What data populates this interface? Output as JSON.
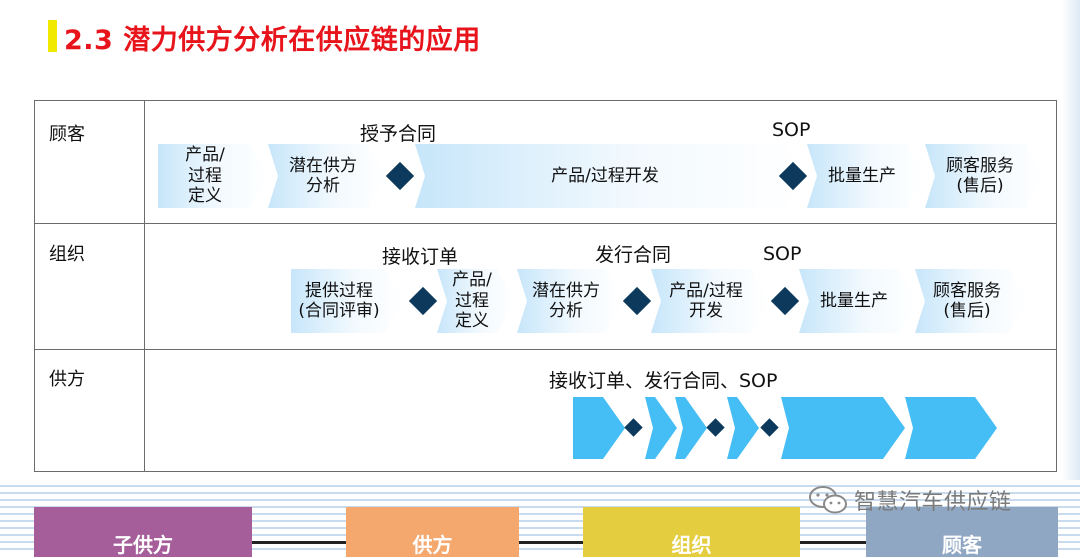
{
  "slide": {
    "title": "2.3  潜力供方分析在供应链的应用"
  },
  "rows": {
    "customer": {
      "label": "顾客",
      "milestones": [
        "授予合同",
        "SOP"
      ],
      "steps": [
        "产品/\n过程\n定义",
        "潜在供方\n分析",
        "产品/过程开发",
        "批量生产",
        "顾客服务\n(售后)"
      ]
    },
    "organization": {
      "label": "组织",
      "milestones": [
        "接收订单",
        "发行合同",
        "SOP"
      ],
      "steps": [
        "提供过程\n(合同评审)",
        "产品/\n过程\n定义",
        "潜在供方\n分析",
        "产品/过程\n开发",
        "批量生产",
        "顾客服务\n(售后)"
      ]
    },
    "supplier": {
      "label": "供方",
      "milestones": [
        "接收订单、发行合同、SOP"
      ]
    }
  },
  "bottom_boxes": [
    {
      "label": "子供方",
      "color": "#a55e9a"
    },
    {
      "label": "供方",
      "color": "#f4a86e"
    },
    {
      "label": "组织",
      "color": "#e4cd3f"
    },
    {
      "label": "顾客",
      "color": "#8fa7c3"
    }
  ],
  "watermark": {
    "text": "智慧汽车供应链",
    "icon": "wechat-icon"
  },
  "colors": {
    "title": "#e8141c",
    "title_bar": "#f2e900",
    "diamond": "#0d3a5c",
    "supplier_arrow": "#45bdf5"
  }
}
